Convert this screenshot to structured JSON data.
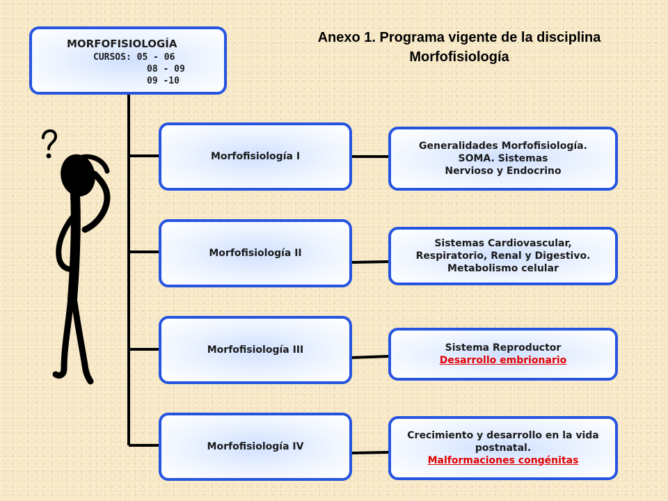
{
  "title": "Anexo 1. Programa vigente de la disciplina Morfofisiología",
  "root": {
    "title": "MORFOFISIOLOGÍA",
    "lines": [
      "CURSOS: 05 - 06",
      "08 - 09",
      "09 -10"
    ]
  },
  "courses": [
    {
      "label": "Morfofisiología I",
      "content": [
        "Generalidades Morfofisiología.",
        "SOMA. Sistemas",
        "Nervioso y Endocrino"
      ]
    },
    {
      "label": "Morfofisiología II",
      "content": [
        "Sistemas  Cardiovascular,",
        "Respiratorio, Renal y Digestivo.",
        "Metabolismo celular"
      ]
    },
    {
      "label": "Morfofisiología III",
      "content": [
        "Sistema Reproductor"
      ],
      "content_red": [
        "Desarrollo embrionario"
      ]
    },
    {
      "label": "Morfofisiología IV",
      "content": [
        "Crecimiento y desarrollo en la vida",
        "postnatal."
      ],
      "content_red": [
        "Malformaciones congénitas"
      ]
    }
  ],
  "colors": {
    "box_border": "#2554e0",
    "highlight": "#e10000",
    "background": "#f6e6c2"
  },
  "icons": [
    "thinking-figure-icon"
  ]
}
